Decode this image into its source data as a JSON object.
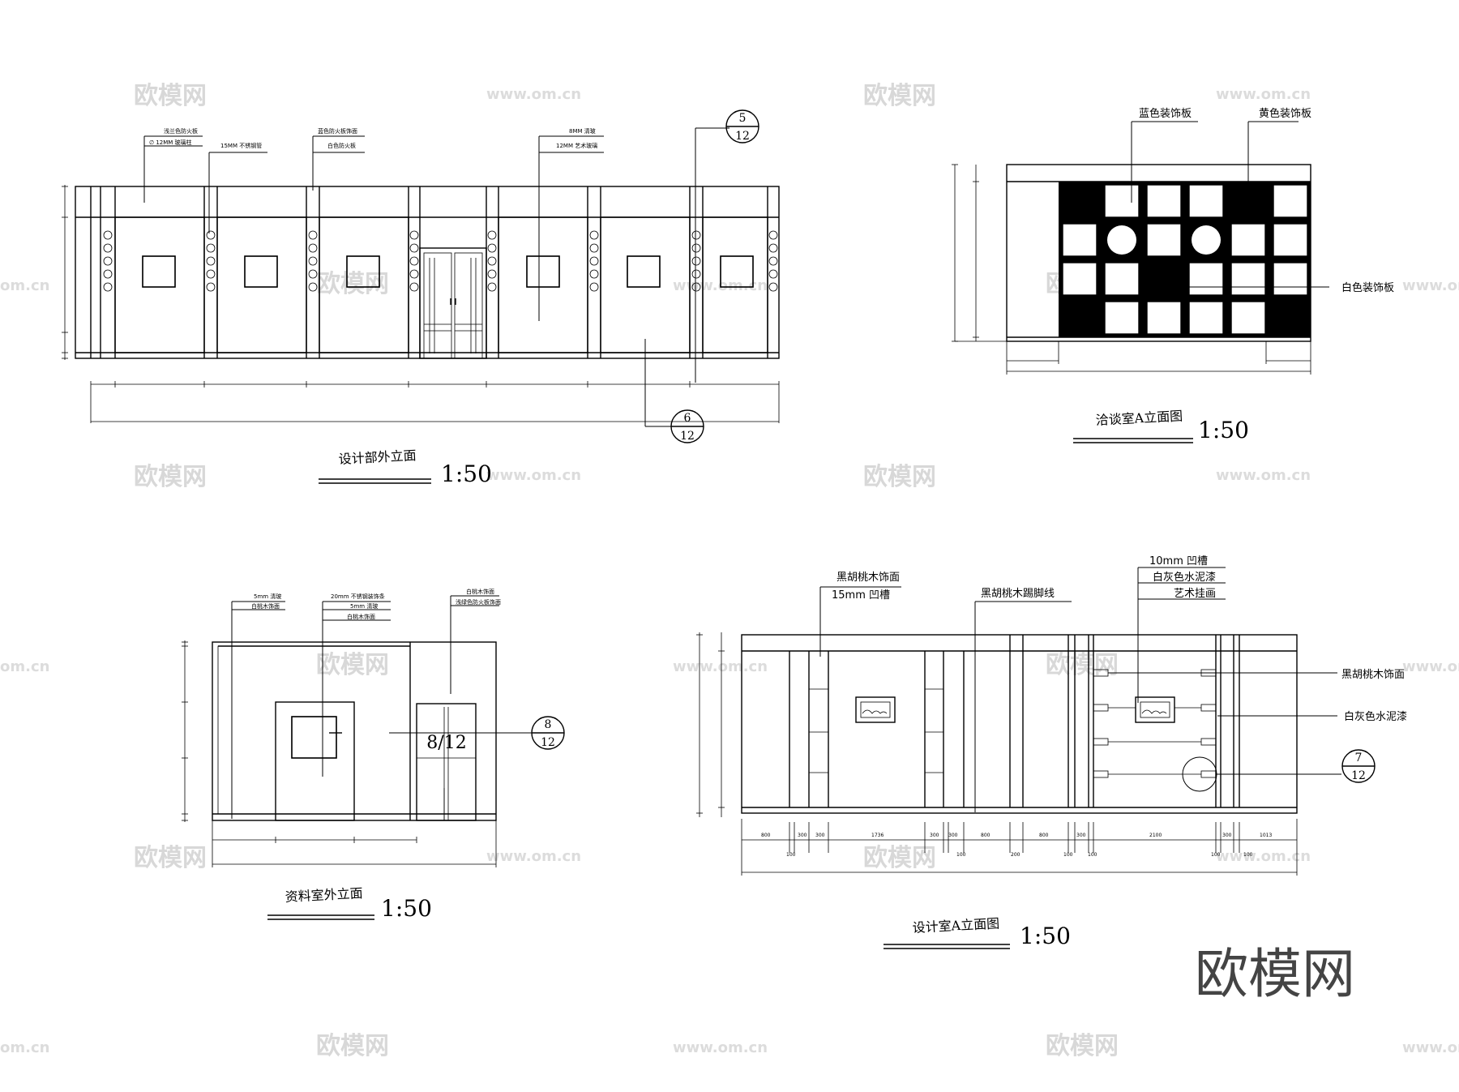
{
  "watermark": {
    "brand": "欧模网",
    "url": "www.om.cn",
    "url_fragment": "om.cn"
  },
  "drawing_a": {
    "title": "设计部外立面",
    "scale": "1:50",
    "notes": [
      "浅兰色防火板",
      "∅ 12MM 玻璃柱",
      "15MM 不锈钢管",
      "蓝色防火板饰面",
      "白色防火板",
      "8MM 清玻",
      "12MM 艺术玻璃"
    ],
    "tag_top": {
      "num": "5",
      "sheet": "12"
    },
    "tag_bottom": {
      "num": "6",
      "sheet": "12"
    }
  },
  "drawing_b": {
    "title": "洽谈室A立面图",
    "scale": "1:50",
    "notes": [
      "蓝色装饰板",
      "黄色装饰板",
      "白色装饰板"
    ]
  },
  "drawing_c": {
    "title": "资料室外立面",
    "scale": "1:50",
    "notes": [
      "5mm 清玻",
      "白桃木饰面",
      "20mm 不锈钢装饰条",
      "5mm 清玻",
      "白桃木饰面",
      "白桃木饰面",
      "浅绿色防火板饰面"
    ],
    "center_label": "8/12",
    "tag": {
      "num": "8",
      "sheet": "12"
    }
  },
  "drawing_d": {
    "title": "设计室A立面图",
    "scale": "1:50",
    "notes_top": [
      "黑胡桃木饰面",
      "15mm 凹槽",
      "黑胡桃木踢脚线",
      "10mm 凹槽",
      "白灰色水泥漆",
      "艺术挂画"
    ],
    "notes_right": [
      "黑胡桃木饰面",
      "白灰色水泥漆"
    ],
    "dims_top": [
      "800",
      "300",
      "300",
      "1736",
      "300",
      "300",
      "800",
      "800",
      "300",
      "2100",
      "300",
      "1013"
    ],
    "dims_bottom": [
      "100",
      "100",
      "200",
      "100",
      "100",
      "100",
      "100"
    ],
    "tag": {
      "num": "7",
      "sheet": "12"
    }
  }
}
